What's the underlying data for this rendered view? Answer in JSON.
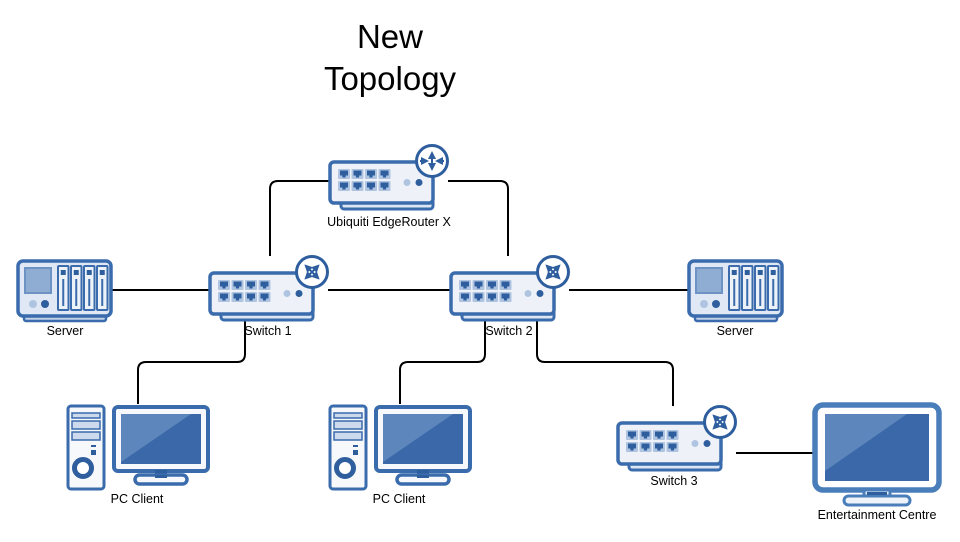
{
  "title": {
    "lines": [
      "New",
      "Topology"
    ]
  },
  "nodes": [
    {
      "id": "edgerouter",
      "type": "router",
      "label": "Ubiquiti EdgeRouter X"
    },
    {
      "id": "switch1",
      "type": "switch",
      "label": "Switch 1"
    },
    {
      "id": "switch2",
      "type": "switch",
      "label": "Switch 2"
    },
    {
      "id": "switch3",
      "type": "switch",
      "label": "Switch 3"
    },
    {
      "id": "server_left",
      "type": "server",
      "label": "Server"
    },
    {
      "id": "server_right",
      "type": "server",
      "label": "Server"
    },
    {
      "id": "pc1",
      "type": "pc",
      "label": "PC Client"
    },
    {
      "id": "pc2",
      "type": "pc",
      "label": "PC Client"
    },
    {
      "id": "entertainment",
      "type": "tv",
      "label": "Entertainment Centre"
    }
  ],
  "edges": [
    {
      "from": "edgerouter",
      "to": "switch1"
    },
    {
      "from": "edgerouter",
      "to": "switch2"
    },
    {
      "from": "server_left",
      "to": "switch1"
    },
    {
      "from": "switch1",
      "to": "switch2"
    },
    {
      "from": "switch2",
      "to": "server_right"
    },
    {
      "from": "switch1",
      "to": "pc1"
    },
    {
      "from": "switch2",
      "to": "pc2"
    },
    {
      "from": "switch2",
      "to": "switch3"
    },
    {
      "from": "switch3",
      "to": "entertainment"
    }
  ],
  "icons": {
    "router_badge": "router-arrows-icon",
    "switch_badge": "switch-crossed-arrows-icon"
  },
  "colors": {
    "stroke": "#3a6bac",
    "stroke_dark": "#2e5e9e",
    "device_fill": "#eef2f8",
    "device_base": "#dce6f3",
    "server_fill": "#dfe8f4",
    "port_frame": "#aec4e0",
    "screen_dark": "#3a68a8",
    "screen_light": "#5d86bd",
    "tv_stroke": "#4a7ebb",
    "line": "#000000",
    "text": "#000000"
  }
}
